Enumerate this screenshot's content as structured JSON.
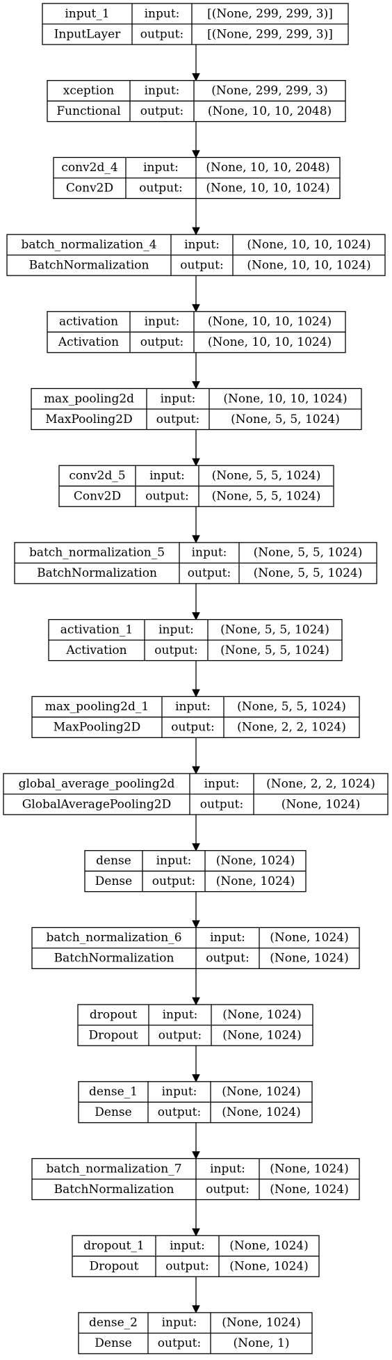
{
  "diagram": {
    "type": "keras-model-plot",
    "layers": [
      {
        "name": "input_1",
        "class": "InputLayer",
        "input_label": "input:",
        "input_shape": "[(None, 299, 299, 3)]",
        "output_label": "output:",
        "output_shape": "[(None, 299, 299, 3)]"
      },
      {
        "name": "xception",
        "class": "Functional",
        "input_label": "input:",
        "input_shape": "(None, 299, 299, 3)",
        "output_label": "output:",
        "output_shape": "(None, 10, 10, 2048)"
      },
      {
        "name": "conv2d_4",
        "class": "Conv2D",
        "input_label": "input:",
        "input_shape": "(None, 10, 10, 2048)",
        "output_label": "output:",
        "output_shape": "(None, 10, 10, 1024)"
      },
      {
        "name": "batch_normalization_4",
        "class": "BatchNormalization",
        "input_label": "input:",
        "input_shape": "(None, 10, 10, 1024)",
        "output_label": "output:",
        "output_shape": "(None, 10, 10, 1024)"
      },
      {
        "name": "activation",
        "class": "Activation",
        "input_label": "input:",
        "input_shape": "(None, 10, 10, 1024)",
        "output_label": "output:",
        "output_shape": "(None, 10, 10, 1024)"
      },
      {
        "name": "max_pooling2d",
        "class": "MaxPooling2D",
        "input_label": "input:",
        "input_shape": "(None, 10, 10, 1024)",
        "output_label": "output:",
        "output_shape": "(None, 5, 5, 1024)"
      },
      {
        "name": "conv2d_5",
        "class": "Conv2D",
        "input_label": "input:",
        "input_shape": "(None, 5, 5, 1024)",
        "output_label": "output:",
        "output_shape": "(None, 5, 5, 1024)"
      },
      {
        "name": "batch_normalization_5",
        "class": "BatchNormalization",
        "input_label": "input:",
        "input_shape": "(None, 5, 5, 1024)",
        "output_label": "output:",
        "output_shape": "(None, 5, 5, 1024)"
      },
      {
        "name": "activation_1",
        "class": "Activation",
        "input_label": "input:",
        "input_shape": "(None, 5, 5, 1024)",
        "output_label": "output:",
        "output_shape": "(None, 5, 5, 1024)"
      },
      {
        "name": "max_pooling2d_1",
        "class": "MaxPooling2D",
        "input_label": "input:",
        "input_shape": "(None, 5, 5, 1024)",
        "output_label": "output:",
        "output_shape": "(None, 2, 2, 1024)"
      },
      {
        "name": "global_average_pooling2d",
        "class": "GlobalAveragePooling2D",
        "input_label": "input:",
        "input_shape": "(None, 2, 2, 1024)",
        "output_label": "output:",
        "output_shape": "(None, 1024)"
      },
      {
        "name": "dense",
        "class": "Dense",
        "input_label": "input:",
        "input_shape": "(None, 1024)",
        "output_label": "output:",
        "output_shape": "(None, 1024)"
      },
      {
        "name": "batch_normalization_6",
        "class": "BatchNormalization",
        "input_label": "input:",
        "input_shape": "(None, 1024)",
        "output_label": "output:",
        "output_shape": "(None, 1024)"
      },
      {
        "name": "dropout",
        "class": "Dropout",
        "input_label": "input:",
        "input_shape": "(None, 1024)",
        "output_label": "output:",
        "output_shape": "(None, 1024)"
      },
      {
        "name": "dense_1",
        "class": "Dense",
        "input_label": "input:",
        "input_shape": "(None, 1024)",
        "output_label": "output:",
        "output_shape": "(None, 1024)"
      },
      {
        "name": "batch_normalization_7",
        "class": "BatchNormalization",
        "input_label": "input:",
        "input_shape": "(None, 1024)",
        "output_label": "output:",
        "output_shape": "(None, 1024)"
      },
      {
        "name": "dropout_1",
        "class": "Dropout",
        "input_label": "input:",
        "input_shape": "(None, 1024)",
        "output_label": "output:",
        "output_shape": "(None, 1024)"
      },
      {
        "name": "dense_2",
        "class": "Dense",
        "input_label": "input:",
        "input_shape": "(None, 1024)",
        "output_label": "output:",
        "output_shape": "(None, 1)"
      }
    ]
  }
}
